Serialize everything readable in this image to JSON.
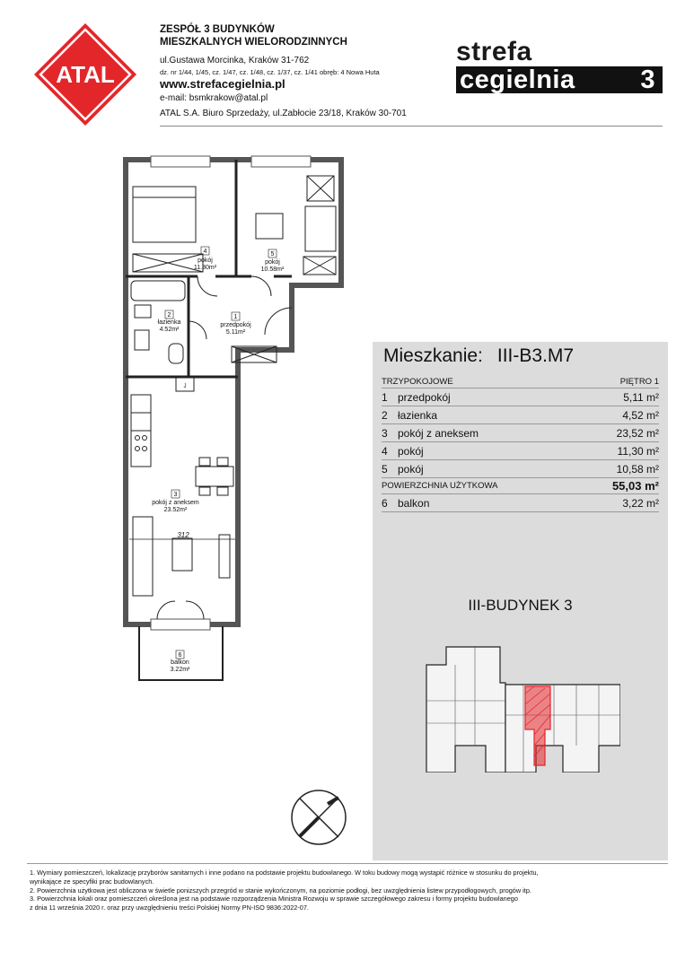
{
  "logo": {
    "text": "ATAL",
    "color": "#e3262a"
  },
  "header": {
    "title_line1": "ZESPÓŁ 3 BUDYNKÓW",
    "title_line2": "MIESZKALNYCH WIELORODZINNYCH",
    "street": "ul.Gustawa Morcinka, Kraków 31-762",
    "plots": "dz. nr 1/44,  1/45, cz. 1/47, cz. 1/48, cz. 1/37, cz. 1/41  obręb: 4 Nowa Huta",
    "website": "www.strefacegielnia.pl",
    "email": "e-mail: bsmkrakow@atal.pl",
    "office": "ATAL S.A. Biuro Sprzedaży, ul.Zabłocie 23/18, Kraków 30-701"
  },
  "brand": {
    "line1": "strefa",
    "line2": "cegielnia",
    "number": "3"
  },
  "plan": {
    "rooms": [
      {
        "num": "4",
        "name": "pokój",
        "area": "11.30m²"
      },
      {
        "num": "5",
        "name": "pokój",
        "area": "10.58m²"
      },
      {
        "num": "2",
        "name": "łazienka",
        "area": "4.52m²"
      },
      {
        "num": "1",
        "name": "przedpokój",
        "area": "5.11m²"
      },
      {
        "num": "3",
        "name": "pokój z aneksem",
        "area": "23.52m²"
      },
      {
        "num": "6",
        "name": "balkon",
        "area": "3.22m²"
      }
    ],
    "dimension": "312",
    "label_j": "J"
  },
  "apartment": {
    "label": "Mieszkanie:",
    "code": "III-B3.M7",
    "type": "TRZYPOKOJOWE",
    "floor": "PIĘTRO 1",
    "rows": [
      {
        "num": "1",
        "name": "przedpokój",
        "area": "5,11 m²"
      },
      {
        "num": "2",
        "name": "łazienka",
        "area": "4,52 m²"
      },
      {
        "num": "3",
        "name": "pokój z aneksem",
        "area": "23,52 m²"
      },
      {
        "num": "4",
        "name": "pokój",
        "area": "11,30 m²"
      },
      {
        "num": "5",
        "name": "pokój",
        "area": "10,58 m²"
      }
    ],
    "total_label": "POWIERZCHNIA UŻYTKOWA",
    "total_area": "55,03 m²",
    "balcony": {
      "num": "6",
      "name": "balkon",
      "area": "3,22 m²"
    },
    "building": "III-BUDYNEK 3",
    "highlight_color": "#e3262a"
  },
  "notes": [
    "1.  Wymiary pomieszczeń, lokalizację przyborów sanitarnych i inne podano na podstawie projektu budowlanego. W toku budowy mogą wystąpić różnice w stosunku do projektu,",
    "wynikające ze specyfiki prac budowlanych.",
    "2.  Powierzchnia użytkowa jest obliczona w świetle ponizszych przegród w stanie wykończonym, na poziomie podłogi, bez uwzględnienia listew przypodłogowych, progów itp.",
    "3.  Powierzchnia lokali oraz pomieszczeń określona jest na podstawie rozporządzenia Ministra Rozwoju w sprawie szczegółowego zakresu i formy projektu budowlanego",
    "z dnia 11 września 2020 r. oraz przy uwzględnieniu treści Polskiej Normy PN-ISO 9836:2022-07."
  ]
}
